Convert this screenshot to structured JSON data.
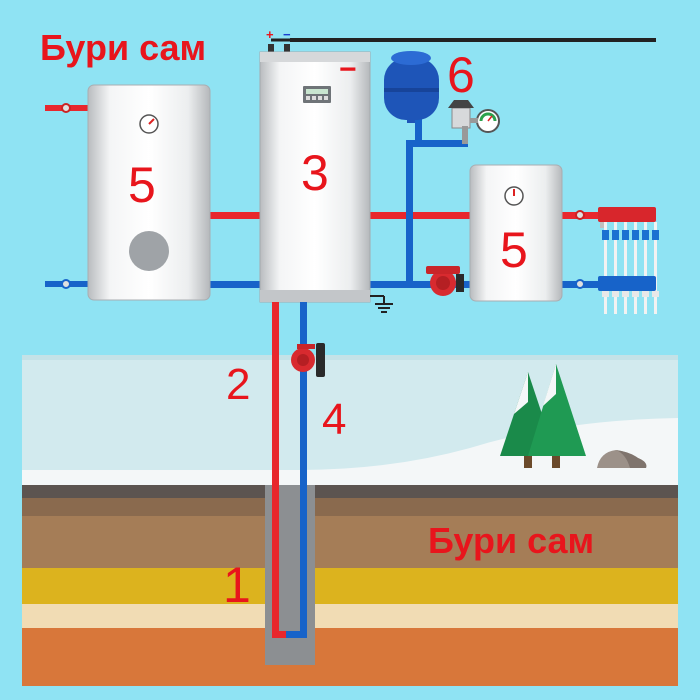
{
  "watermarks": [
    "Бури сам",
    "Бури сам"
  ],
  "component_numbers": {
    "boiler_left": "5",
    "heat_pump": "3",
    "expansion_tank": "6",
    "buffer_tank": "5",
    "supply_pipe": "2",
    "return_pipe": "4",
    "borehole": "1"
  },
  "terminal_signs": {
    "plus": "+",
    "minus": "−",
    "panel_dash": "−"
  },
  "colors": {
    "sky": "#8fe3f3",
    "hot_pipe": "#e8272d",
    "cold_pipe": "#1763c9",
    "label_red": "#e8151c",
    "tank_blue": "#1e55b8",
    "tree_green": "#1a8a4a"
  }
}
